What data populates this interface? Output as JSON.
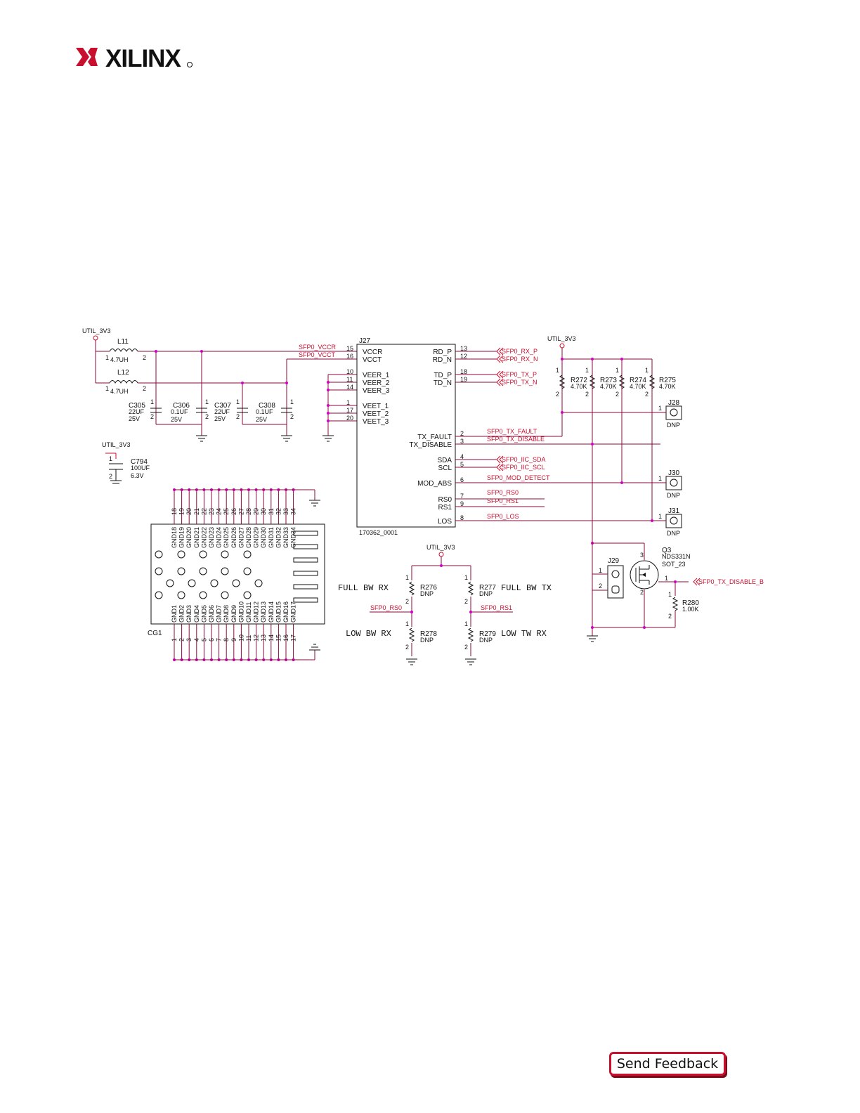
{
  "header": {
    "brand": "XILINX"
  },
  "colors": {
    "brand_red": "#c8102e",
    "wire": "#8b0a3c",
    "junction": "#d400c8",
    "net_label": "#c8102e"
  },
  "power": {
    "util_3v3": "UTIL_3V3"
  },
  "inductors": {
    "l11": {
      "ref": "L11",
      "value": "4.7UH"
    },
    "l12": {
      "ref": "L12",
      "value": "4.7UH"
    }
  },
  "caps": {
    "c305": {
      "ref": "C305",
      "value": "22UF",
      "volt": "25V"
    },
    "c306": {
      "ref": "C306",
      "value": "0.1UF",
      "volt": "25V"
    },
    "c307": {
      "ref": "C307",
      "value": "22UF",
      "volt": "25V"
    },
    "c308": {
      "ref": "C308",
      "value": "0.1UF",
      "volt": "25V"
    },
    "c794": {
      "ref": "C794",
      "value": "100UF",
      "volt": "6.3V"
    }
  },
  "j27": {
    "ref": "J27",
    "part": "170362_0001",
    "left_pins": [
      {
        "name": "VCCR",
        "num": "15"
      },
      {
        "name": "VCCT",
        "num": "16"
      },
      {
        "name": "VEER_1",
        "num": "10"
      },
      {
        "name": "VEER_2",
        "num": "11"
      },
      {
        "name": "VEER_3",
        "num": "14"
      },
      {
        "name": "VEET_1",
        "num": "1"
      },
      {
        "name": "VEET_2",
        "num": "17"
      },
      {
        "name": "VEET_3",
        "num": "20"
      }
    ],
    "right_pins": [
      {
        "name": "RD_P",
        "num": "13",
        "net": "SFP0_RX_P"
      },
      {
        "name": "RD_N",
        "num": "12",
        "net": "SFP0_RX_N"
      },
      {
        "name": "TD_P",
        "num": "18",
        "net": "SFP0_TX_P"
      },
      {
        "name": "TD_N",
        "num": "19",
        "net": "SFP0_TX_N"
      },
      {
        "name": "TX_FAULT",
        "num": "2",
        "net": "SFP0_TX_FAULT"
      },
      {
        "name": "TX_DISABLE",
        "num": "3",
        "net": "SFP0_TX_DISABLE"
      },
      {
        "name": "SDA",
        "num": "4",
        "net": "SFP0_IIC_SDA"
      },
      {
        "name": "SCL",
        "num": "5",
        "net": "SFP0_IIC_SCL"
      },
      {
        "name": "MOD_ABS",
        "num": "6",
        "net": "SFP0_MOD_DETECT"
      },
      {
        "name": "RS0",
        "num": "7",
        "net": "SFP0_RS0"
      },
      {
        "name": "RS1",
        "num": "9",
        "net": "SFP0_RS1"
      },
      {
        "name": "LOS",
        "num": "8",
        "net": "SFP0_LOS"
      }
    ]
  },
  "nets": {
    "vccr": "SFP0_VCCR",
    "vcct": "SFP0_VCCT",
    "rs0": "SFP0_RS0",
    "rs1": "SFP0_RS1",
    "tx_disable_b": "SFP0_TX_DISABLE_B"
  },
  "pullups": [
    {
      "ref": "R272",
      "value": "4.70K"
    },
    {
      "ref": "R273",
      "value": "4.70K"
    },
    {
      "ref": "R274",
      "value": "4.70K"
    },
    {
      "ref": "R275",
      "value": "4.70K"
    }
  ],
  "jumpers": {
    "j28": "J28",
    "j30": "J30",
    "j31": "J31",
    "j29": "J29",
    "dnp": "DNP"
  },
  "q3": {
    "ref": "Q3",
    "part": "NDS331N",
    "pkg": "SOT_23"
  },
  "r280": {
    "ref": "R280",
    "value": "1.00K"
  },
  "rs_network": {
    "r276": "R276",
    "r277": "R277",
    "r278": "R278",
    "r279": "R279",
    "dnp": "DNP",
    "full_bw_rx": "FULL BW RX",
    "full_bw_tx": "FULL BW TX",
    "low_bw_rx": "LOW BW RX",
    "low_tw_rx": "LOW TW RX"
  },
  "cage": {
    "ref": "CG1"
  },
  "footer": {
    "feedback": "Send Feedback"
  }
}
